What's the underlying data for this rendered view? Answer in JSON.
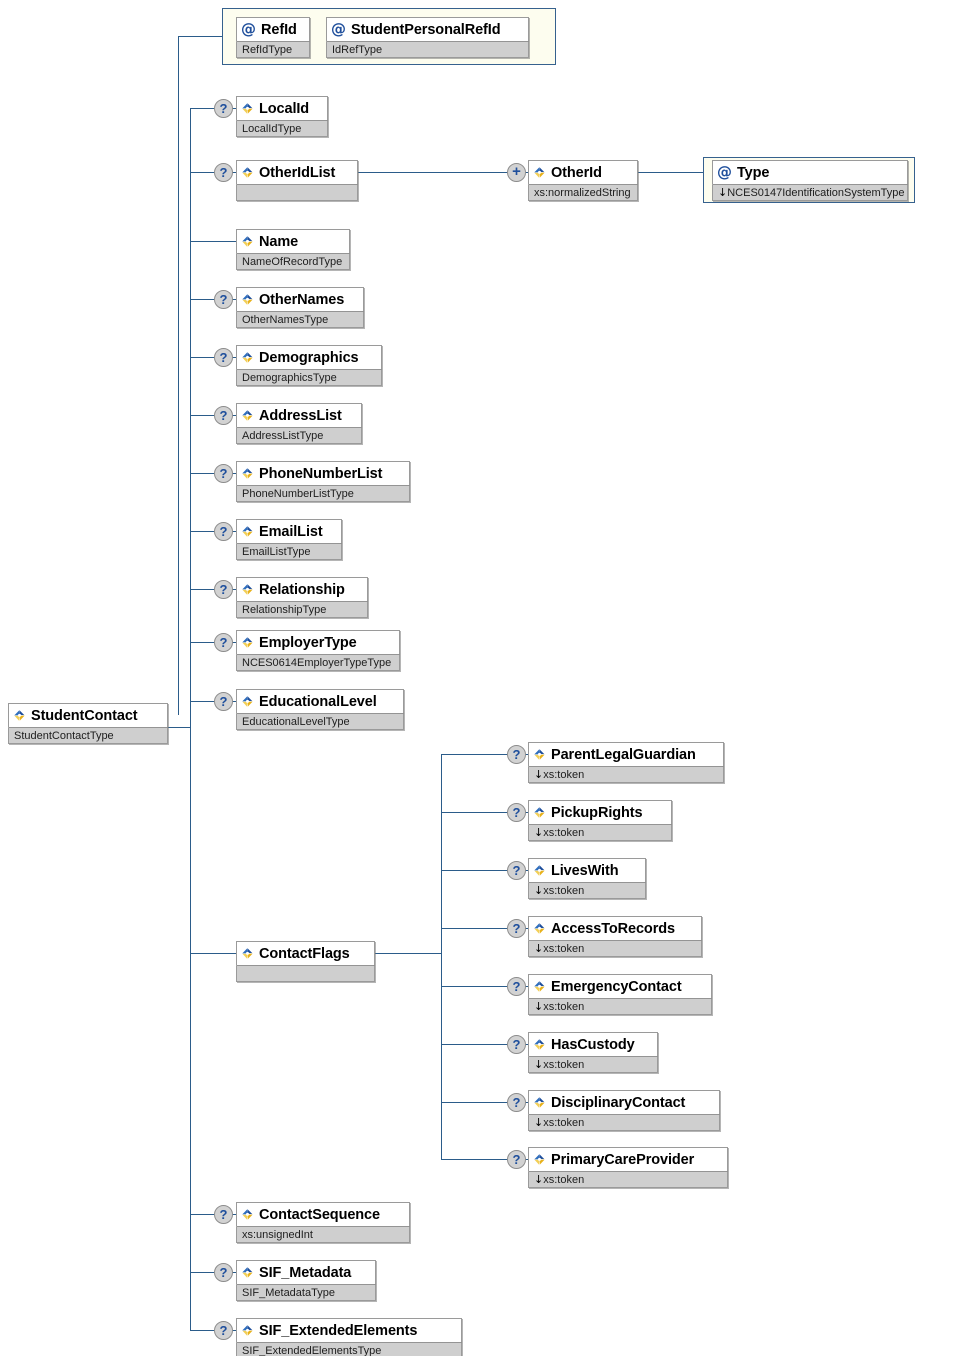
{
  "diagram": {
    "title": "StudentContact",
    "root": {
      "name": "StudentContact",
      "type": "StudentContactType",
      "icon": "element-icon"
    },
    "attribute_group": {
      "name": "attribute-group-box",
      "attributes": [
        {
          "name": "RefId",
          "type": "RefIdType",
          "icon": "attribute-icon",
          "optional": false
        },
        {
          "name": "StudentPersonalRefId",
          "type": "IdRefType",
          "icon": "attribute-icon",
          "optional": false
        }
      ]
    },
    "elements": [
      {
        "name": "LocalId",
        "type": "LocalIdType",
        "optional": true,
        "expandable": false,
        "deriv": false
      },
      {
        "name": "OtherIdList",
        "type": "",
        "optional": true,
        "expandable": false,
        "deriv": false
      },
      {
        "name": "Name",
        "type": "NameOfRecordType",
        "optional": false,
        "expandable": false,
        "deriv": false
      },
      {
        "name": "OtherNames",
        "type": "OtherNamesType",
        "optional": true,
        "expandable": false,
        "deriv": false
      },
      {
        "name": "Demographics",
        "type": "DemographicsType",
        "optional": true,
        "expandable": false,
        "deriv": false
      },
      {
        "name": "AddressList",
        "type": "AddressListType",
        "optional": true,
        "expandable": false,
        "deriv": false
      },
      {
        "name": "PhoneNumberList",
        "type": "PhoneNumberListType",
        "optional": true,
        "expandable": false,
        "deriv": false
      },
      {
        "name": "EmailList",
        "type": "EmailListType",
        "optional": true,
        "expandable": false,
        "deriv": false
      },
      {
        "name": "Relationship",
        "type": "RelationshipType",
        "optional": true,
        "expandable": false,
        "deriv": false
      },
      {
        "name": "EmployerType",
        "type": "NCES0614EmployerTypeType",
        "optional": true,
        "expandable": false,
        "deriv": false
      },
      {
        "name": "EducationalLevel",
        "type": "EducationalLevelType",
        "optional": true,
        "expandable": false,
        "deriv": false
      },
      {
        "name": "ContactFlags",
        "type": "",
        "optional": false,
        "expandable": false,
        "deriv": false
      },
      {
        "name": "ContactSequence",
        "type": "xs:unsignedInt",
        "optional": true,
        "expandable": false,
        "deriv": false
      },
      {
        "name": "SIF_Metadata",
        "type": "SIF_MetadataType",
        "optional": true,
        "expandable": false,
        "deriv": false
      },
      {
        "name": "SIF_ExtendedElements",
        "type": "SIF_ExtendedElementsType",
        "optional": true,
        "expandable": false,
        "deriv": false
      }
    ],
    "other_id_branch": {
      "child": {
        "name": "OtherId",
        "type": "xs:normalizedString",
        "optional": false,
        "expandable": true
      },
      "grandchild_group": "attribute-group-box",
      "grandchild": {
        "name": "Type",
        "type": "NCES0147IdentificationSystemType",
        "icon": "attribute-icon",
        "deriv": true
      }
    },
    "contact_flags_children": [
      {
        "name": "ParentLegalGuardian",
        "type": "xs:token",
        "optional": true,
        "deriv": true
      },
      {
        "name": "PickupRights",
        "type": "xs:token",
        "optional": true,
        "deriv": true
      },
      {
        "name": "LivesWith",
        "type": "xs:token",
        "optional": true,
        "deriv": true
      },
      {
        "name": "AccessToRecords",
        "type": "xs:token",
        "optional": true,
        "deriv": true
      },
      {
        "name": "EmergencyContact",
        "type": "xs:token",
        "optional": true,
        "deriv": true
      },
      {
        "name": "HasCustody",
        "type": "xs:token",
        "optional": true,
        "deriv": true
      },
      {
        "name": "DisciplinaryContact",
        "type": "xs:token",
        "optional": true,
        "deriv": true
      },
      {
        "name": "PrimaryCareProvider",
        "type": "xs:token",
        "optional": true,
        "deriv": true
      }
    ],
    "glyphs": {
      "optional_marker": "?",
      "expand_marker": "+",
      "attribute_marker": "@",
      "derivation_arrow": "↓"
    },
    "colors": {
      "connector": "#2b5c8a",
      "node_header_bg": "#ffffff",
      "node_type_bg": "#cfcfcf",
      "node_border": "#9a9a9a",
      "group_bg": "#fdfdef",
      "group_border": "#36618e",
      "marker_bg": "#d2d2d2",
      "marker_fg": "#1f4f9c"
    }
  }
}
